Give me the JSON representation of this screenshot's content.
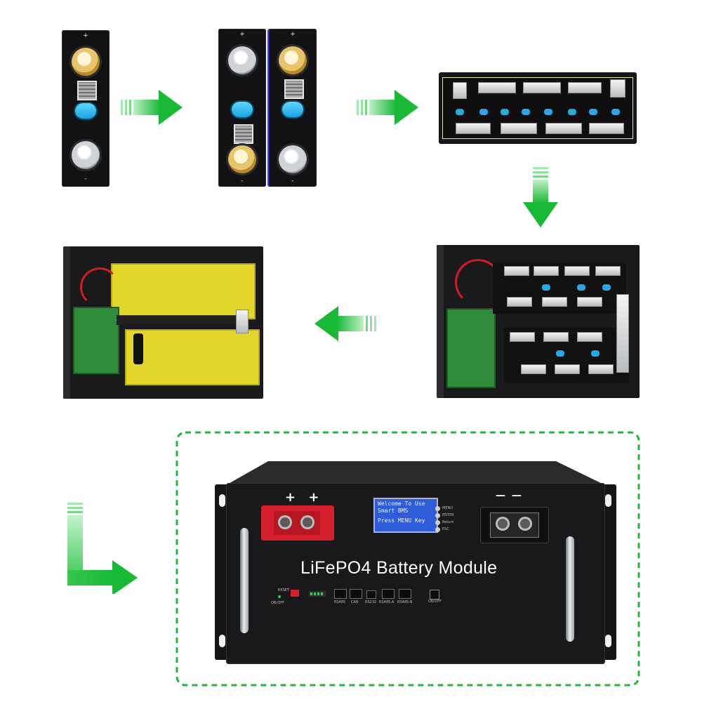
{
  "cell_single": {
    "polarity_top": "+",
    "polarity_bottom": "-"
  },
  "cell_pair": {
    "left": {
      "polarity_top": "+",
      "polarity_bottom": "-"
    },
    "right": {
      "polarity_top": "+",
      "polarity_bottom": "-"
    }
  },
  "battery": {
    "title": "LiFePO4 Battery Module",
    "positive_label": "+ +",
    "negative_label": "— —",
    "lcd_line1": "Welcome To Use",
    "lcd_line2": "Smart BMS",
    "lcd_line3": "Press MENU Key",
    "menu_buttons": [
      "MENU",
      "ENTER",
      "Return",
      "ESC"
    ],
    "port_labels": [
      "RS485",
      "CAN",
      "RS232",
      "RS485-A",
      "RS485-B"
    ],
    "left_labels": [
      "RESET",
      "ON/OFF"
    ],
    "switch_label": "ON/OFF"
  },
  "colors": {
    "arrow_green": "#1fbf3a",
    "frame_dash": "#23b63c",
    "lcd_blue": "#2f5cd9",
    "terminal_red": "#d61f2c"
  },
  "icons": {
    "arrow": "flow-arrow-icon"
  }
}
